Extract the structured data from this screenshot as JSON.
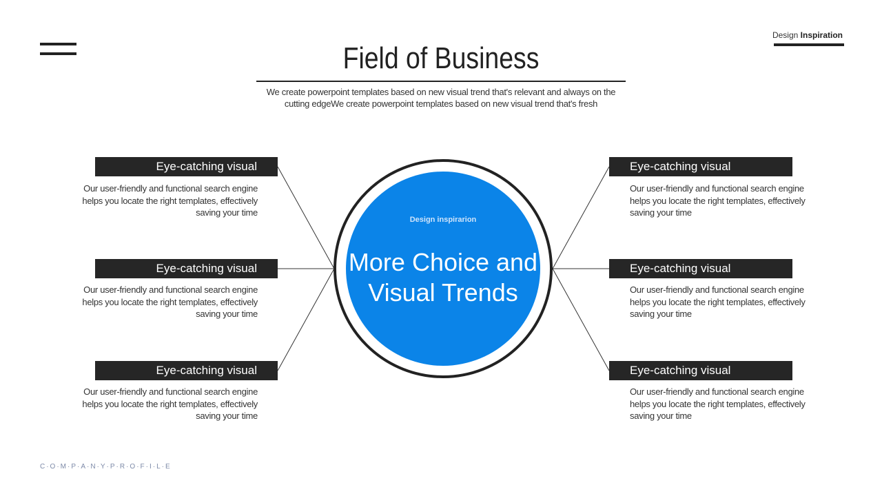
{
  "header": {
    "title": "Field of Business",
    "subtitle": "We create powerpoint templates based on new visual trend that's relevant and always on the cutting edgeWe create powerpoint templates based on new visual trend that's fresh",
    "brand_regular": "Design",
    "brand_bold": "Inspiration"
  },
  "center": {
    "label": "Design inspirarion",
    "line1": "More Choice and",
    "line2": "Visual Trends",
    "color": "#0b84e8"
  },
  "items": [
    {
      "title": "Eye-catching visual",
      "text": "Our user-friendly and functional search engine helps you locate the right templates, effectively saving your time"
    },
    {
      "title": "Eye-catching visual",
      "text": "Our user-friendly and functional search engine helps you locate the right templates, effectively saving your time"
    },
    {
      "title": "Eye-catching visual",
      "text": "Our user-friendly and functional search engine helps you locate the right templates, effectively saving your time"
    },
    {
      "title": "Eye-catching visual",
      "text": "Our user-friendly and functional search engine helps you locate the right templates, effectively saving your time"
    },
    {
      "title": "Eye-catching visual",
      "text": "Our user-friendly and functional search engine helps you locate the right templates, effectively saving your time"
    },
    {
      "title": "Eye-catching visual",
      "text": "Our user-friendly and functional search engine helps you locate the right templates, effectively saving your time"
    }
  ],
  "footer": "C·O·M·P·A·N·Y·P·R·O·F·I·L·E"
}
